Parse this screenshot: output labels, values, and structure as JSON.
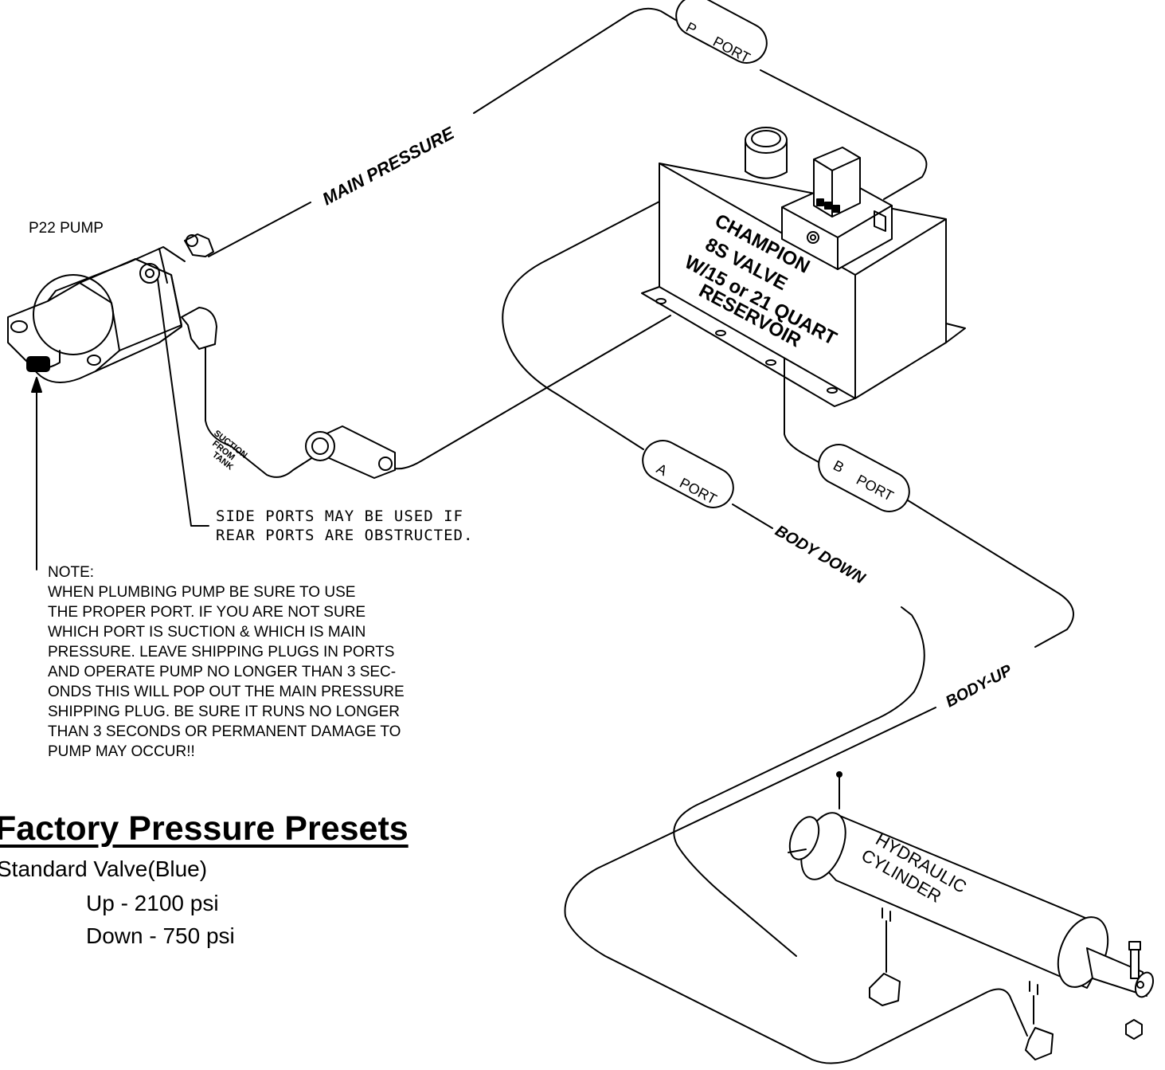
{
  "pump": {
    "label": "P22 PUMP"
  },
  "labels": {
    "main_pressure": "MAIN PRESSURE",
    "body_down": "BODY DOWN",
    "body_up": "BODY-UP",
    "suction": [
      "SUCTION",
      "FROM",
      "TANK"
    ]
  },
  "ports": {
    "p": {
      "letter": "P",
      "word": "PORT"
    },
    "a": {
      "letter": "A",
      "word": "PORT"
    },
    "b": {
      "letter": "B",
      "word": "PORT"
    }
  },
  "reservoir": {
    "lines": [
      "CHAMPION",
      "8S VALVE",
      "W/15 or 21 QUART",
      "RESERVOIR"
    ]
  },
  "cylinder": {
    "lines": [
      "HYDRAULIC",
      "CYLINDER"
    ]
  },
  "side_note": {
    "lines": [
      "SIDE PORTS MAY BE USED IF",
      "REAR PORTS ARE OBSTRUCTED."
    ]
  },
  "note": {
    "title": "NOTE:",
    "lines": [
      "WHEN PLUMBING PUMP BE SURE TO USE",
      "THE PROPER PORT. IF YOU ARE NOT SURE",
      "WHICH PORT IS SUCTION & WHICH IS MAIN",
      "PRESSURE. LEAVE SHIPPING PLUGS IN PORTS",
      "AND OPERATE PUMP NO LONGER THAN 3 SEC-",
      "ONDS THIS WILL POP OUT THE MAIN PRESSURE",
      "SHIPPING PLUG. BE SURE IT RUNS NO LONGER",
      "THAN 3 SECONDS OR PERMANENT DAMAGE TO",
      "PUMP MAY OCCUR!!"
    ]
  },
  "presets": {
    "title": "Factory Pressure Presets",
    "valve": "Standard Valve(Blue)",
    "up": "Up - 2100 psi",
    "down": "Down - 750 psi"
  }
}
